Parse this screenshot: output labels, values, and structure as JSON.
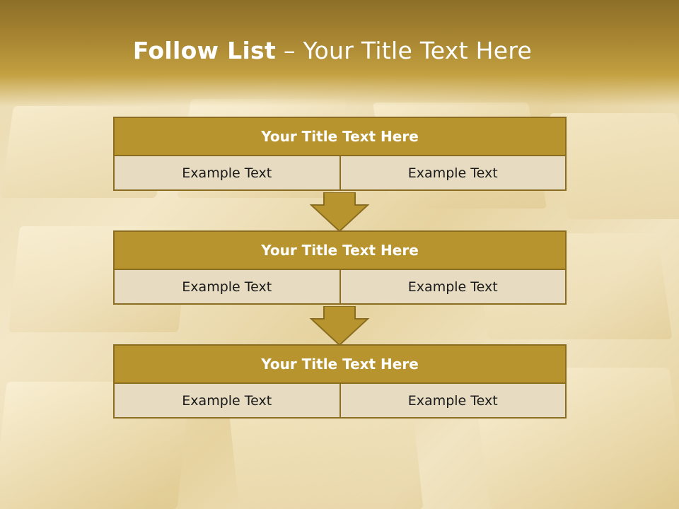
{
  "slide": {
    "title_bold": "Follow List",
    "title_rest": " – Your Title Text Here"
  },
  "panels": [
    {
      "title": "Your Title Text Here",
      "left": "Example Text",
      "right": "Example Text"
    },
    {
      "title": "Your Title Text Here",
      "left": "Example Text",
      "right": "Example Text"
    },
    {
      "title": "Your Title Text Here",
      "left": "Example Text",
      "right": "Example Text"
    }
  ],
  "colors": {
    "header": "#a68431",
    "panel_title": "#b8942f",
    "panel_cell": "#e7dcc2",
    "border": "#8a6d20",
    "arrow": "#b8942f"
  },
  "icons": [
    "down-arrow-icon"
  ]
}
